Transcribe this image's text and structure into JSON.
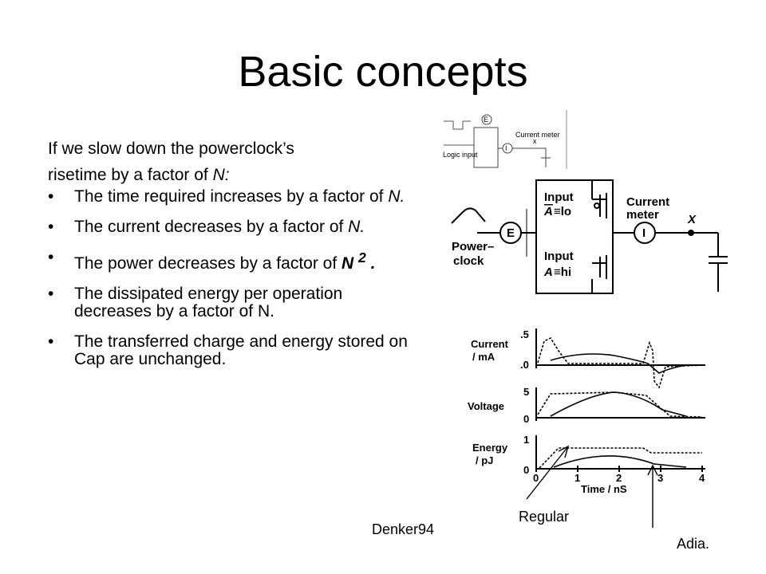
{
  "slide": {
    "title": "Basic concepts"
  },
  "intro": {
    "line1": "If we slow down the powerclock’s",
    "line2_prefix": "risetime by a factor of ",
    "line2_var": "N:"
  },
  "bullets": [
    {
      "marker": "•",
      "text": "The time required increases by a factor of ",
      "em": "N.",
      "tail": ""
    },
    {
      "marker": "•",
      "text": "The current decreases by a factor of ",
      "em": "N.",
      "tail": ""
    },
    {
      "marker": "•",
      "text": "The power decreases by a factor of ",
      "em": "N ",
      "sup": "2",
      "tail": " ."
    },
    {
      "marker": "•",
      "text": "The dissipated energy per operation decreases by a factor of N.",
      "em": "",
      "tail": ""
    },
    {
      "marker": "•",
      "text": "The transferred charge and energy stored on Cap are unchanged.",
      "em": "",
      "tail": ""
    }
  ],
  "figure": {
    "small_schematic": {
      "logic_input": "Logic input",
      "current_meter": "Current meter",
      "E": "E",
      "I": "I",
      "x": "x"
    },
    "schematic": {
      "input_top": "Input",
      "a_bar_lo": "≡lo",
      "a_bar": "A",
      "input_bottom": "Input",
      "a_hi": "≡hi",
      "a": "A",
      "current_meter_line1": "Current",
      "current_meter_line2": "meter",
      "x": "X",
      "E": "E",
      "I": "I",
      "power_clock_line1": "Power–",
      "power_clock_line2": "clock"
    },
    "plots": {
      "current_label_line1": "Current",
      "current_label_line2": "/ mA",
      "current_ticks": [
        ".5",
        ".0"
      ],
      "voltage_label": "Voltage",
      "voltage_ticks": [
        "5",
        "0"
      ],
      "energy_label_line1": "Energy",
      "energy_label_line2": "/ pJ",
      "energy_ticks": [
        "1",
        "0"
      ],
      "time_ticks": [
        "0",
        "1",
        "2",
        "3",
        "4"
      ],
      "time_label": "Time / nS"
    }
  },
  "annotations": {
    "regular": "Regular",
    "adia": "Adia.",
    "source": "Denker94"
  }
}
